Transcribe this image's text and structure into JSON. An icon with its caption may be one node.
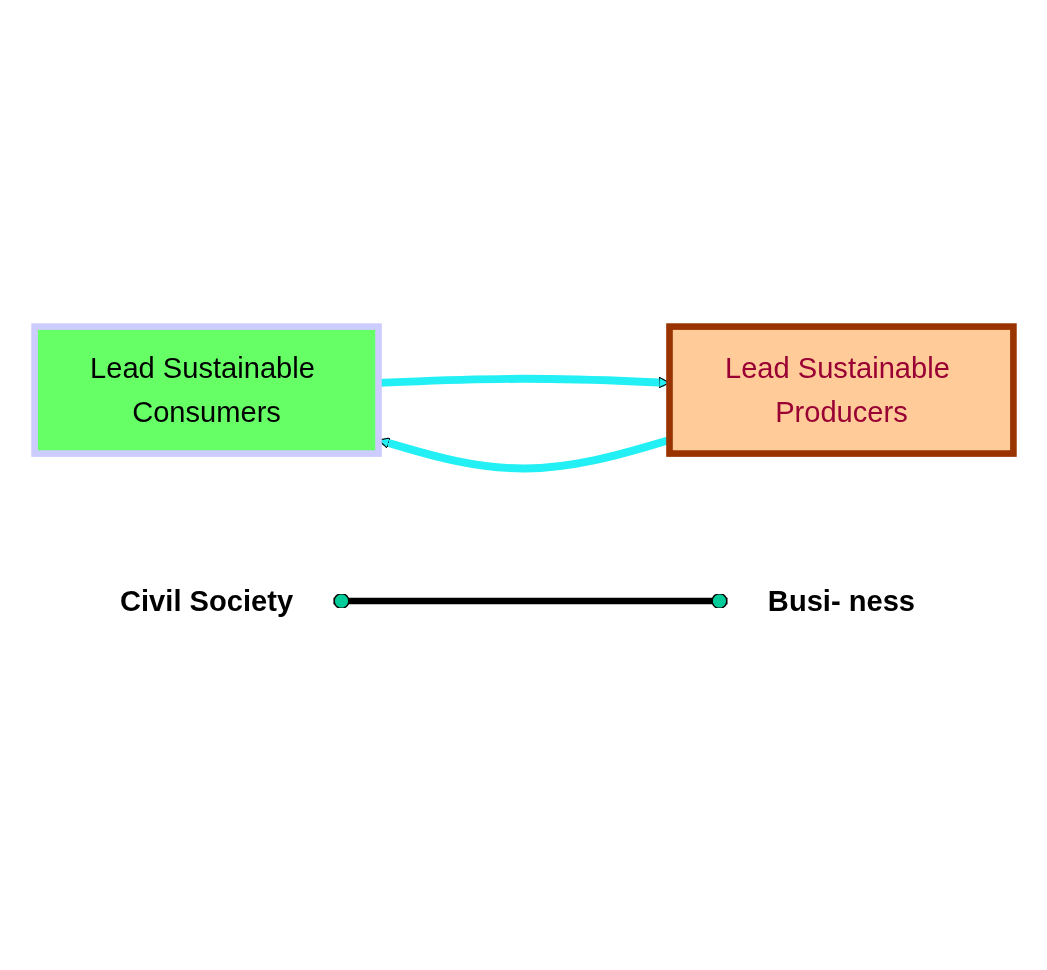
{
  "diagram": {
    "nodes": [
      {
        "text": [
          "Lead Sustainable Consumers"
        ]
      },
      {
        "text": [
          "Lead Sustainable Producers"
        ]
      },
      {
        "text": [
          "Civil Society"
        ]
      },
      {
        "text": [
          "Busi- ness"
        ]
      }
    ],
    "edges": [
      {
        "from": 0,
        "to": 1,
        "arrow": "to"
      },
      {
        "from": 1,
        "to": 0,
        "arrow": "to"
      },
      {
        "from": 2,
        "to": 3,
        "arrow": "other",
        "color": "#000000"
      }
    ]
  }
}
